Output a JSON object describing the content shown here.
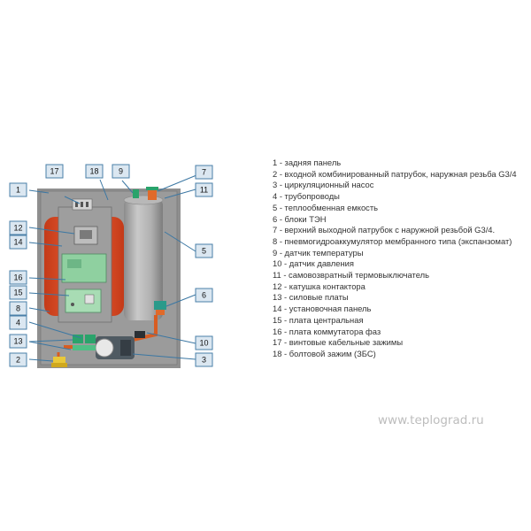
{
  "callouts": [
    "17",
    "18",
    "9",
    "7",
    "1",
    "11",
    "12",
    "14",
    "5",
    "16",
    "15",
    "6",
    "8",
    "4",
    "13",
    "10",
    "2",
    "3"
  ],
  "legend": [
    "1 - задняя панель",
    "2 - входной комбинированный патрубок, наружная резьба G3/4",
    "3 - циркуляционный насос",
    "4 - трубопроводы",
    "5 - теплообменная емкость",
    "6 - блоки ТЭН",
    "7 - верхний выходной патрубок с наружной резьбой G3/4.",
    "8 - пневмогидроаккумулятор мембранного типа (экспанзомат)",
    "9 - датчик температуры",
    "10 - датчик давления",
    "11 - самовозвратный термовыключатель",
    "12 - катушка контактора",
    "13 - силовые платы",
    "14 - установочная панель",
    "15 - плата центральная",
    "16 - плата коммутатора фаз",
    "17 - винтовые кабельные зажимы",
    "18 - болтовой зажим (ЗБС)"
  ],
  "watermark": "www.teplograd.ru",
  "colors": {
    "panel": "#8f8f8f",
    "vessel": "#a9a9a9",
    "expansion_tank": "#e0542a",
    "board": "#8fd0a0",
    "callout_fill": "#dbe7f1",
    "leader": "#3b77a3"
  }
}
